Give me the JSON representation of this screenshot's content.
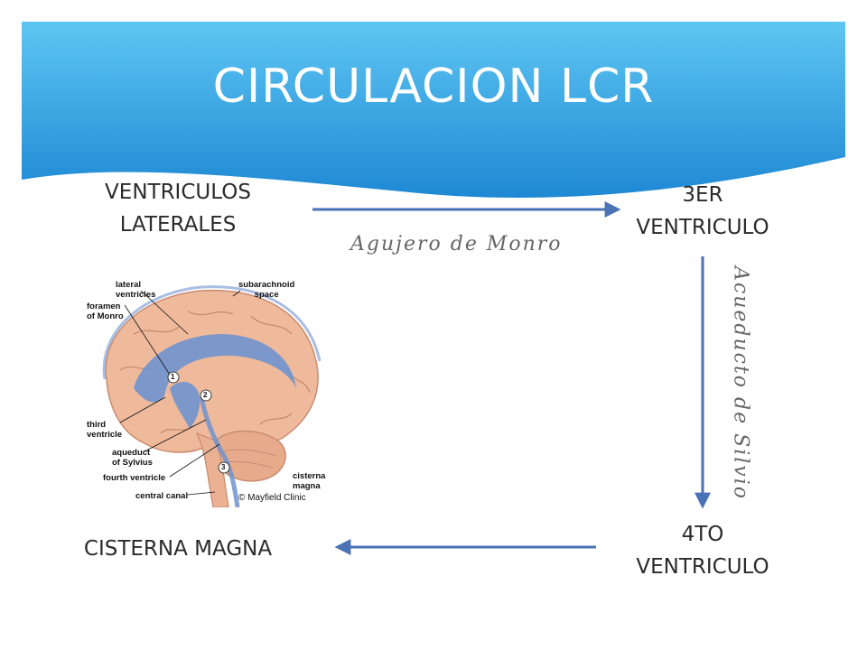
{
  "slide": {
    "title": "CIRCULACION LCR",
    "nodes": {
      "lateral": [
        "VENTRICULOS",
        "LATERALES"
      ],
      "third": [
        "3ER",
        "VENTRICULO"
      ],
      "fourth": [
        "4TO",
        "VENTRICULO"
      ],
      "cisterna": "CISTERNA MAGNA"
    },
    "edges": {
      "monro": "Agujero de Monro",
      "silvio": "Acueducto de Silvio"
    }
  },
  "illustration": {
    "labels": {
      "lateral_ventricles": [
        "lateral",
        "ventricles"
      ],
      "subarachnoid_space": [
        "subarachnoid",
        "space"
      ],
      "foramen_monro": [
        "foramen",
        "of Monro"
      ],
      "third_ventricle": [
        "third",
        "ventricle"
      ],
      "aqueduct": [
        "aqueduct",
        "of Sylvius"
      ],
      "fourth_ventricle": "fourth ventricle",
      "central_canal": "central canal",
      "cisterna_magna": [
        "cisterna",
        "magna"
      ],
      "copyright": "© Mayfield Clinic",
      "num1": "1",
      "num2": "2",
      "num3": "3"
    }
  },
  "colors": {
    "header_light": "#5ec6f2",
    "header_dark": "#1e88d4",
    "arrow": "#4a72b6",
    "brain_tissue": "#efb99c",
    "ventricle": "#6f93cf"
  }
}
